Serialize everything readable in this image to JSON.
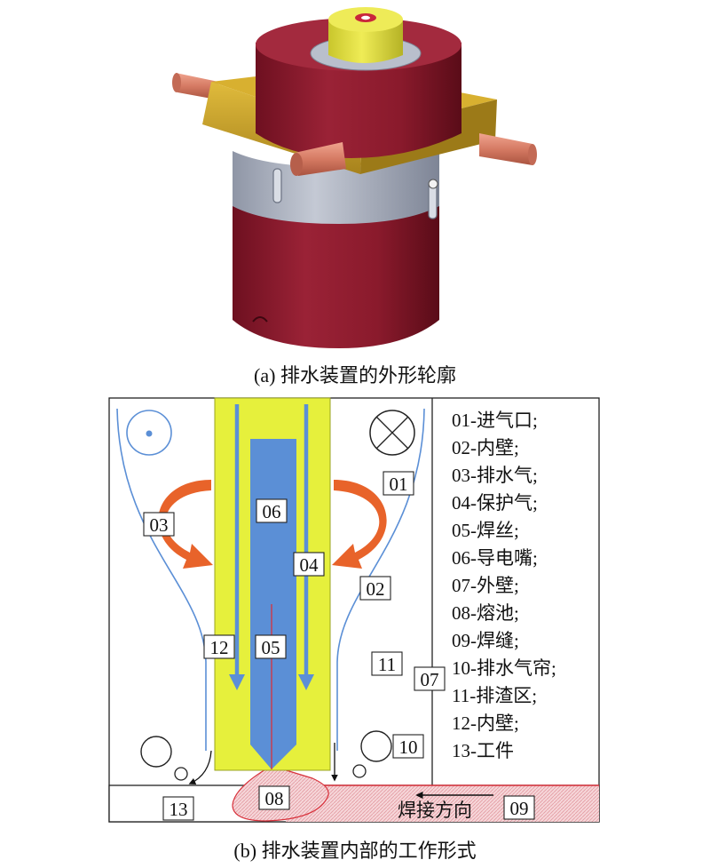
{
  "caption_a": "(a) 排水装置的外形轮廓",
  "caption_b": "(b) 排水装置内部的工作形式",
  "callouts": {
    "c01": "01",
    "c02": "02",
    "c03": "03",
    "c04": "04",
    "c05": "05",
    "c06": "06",
    "c07": "07",
    "c08": "08",
    "c09": "09",
    "c10": "10",
    "c11": "11",
    "c12": "12",
    "c13": "13"
  },
  "legend": [
    "01-进气口;",
    "02-内壁;",
    "03-排水气;",
    "04-保护气;",
    "05-焊丝;",
    "06-导电嘴;",
    "07-外壁;",
    "08-熔池;",
    "09-焊缝;",
    "10-排水气帘;",
    "11-排渣区;",
    "12-内壁;",
    "13-工件"
  ],
  "welding_direction": "焊接方向",
  "colors": {
    "body_red": "#8b1a2b",
    "flange_yellow": "#c9a227",
    "nozzle_copper": "#d9826e",
    "cap_yellow": "#e6e34a",
    "ring_gray": "#aab0bd",
    "inner_yellow": "#e6f03c",
    "tip_blue": "#5b8fd6",
    "flow_orange": "#e8632a",
    "wire_red": "#d8323c"
  }
}
